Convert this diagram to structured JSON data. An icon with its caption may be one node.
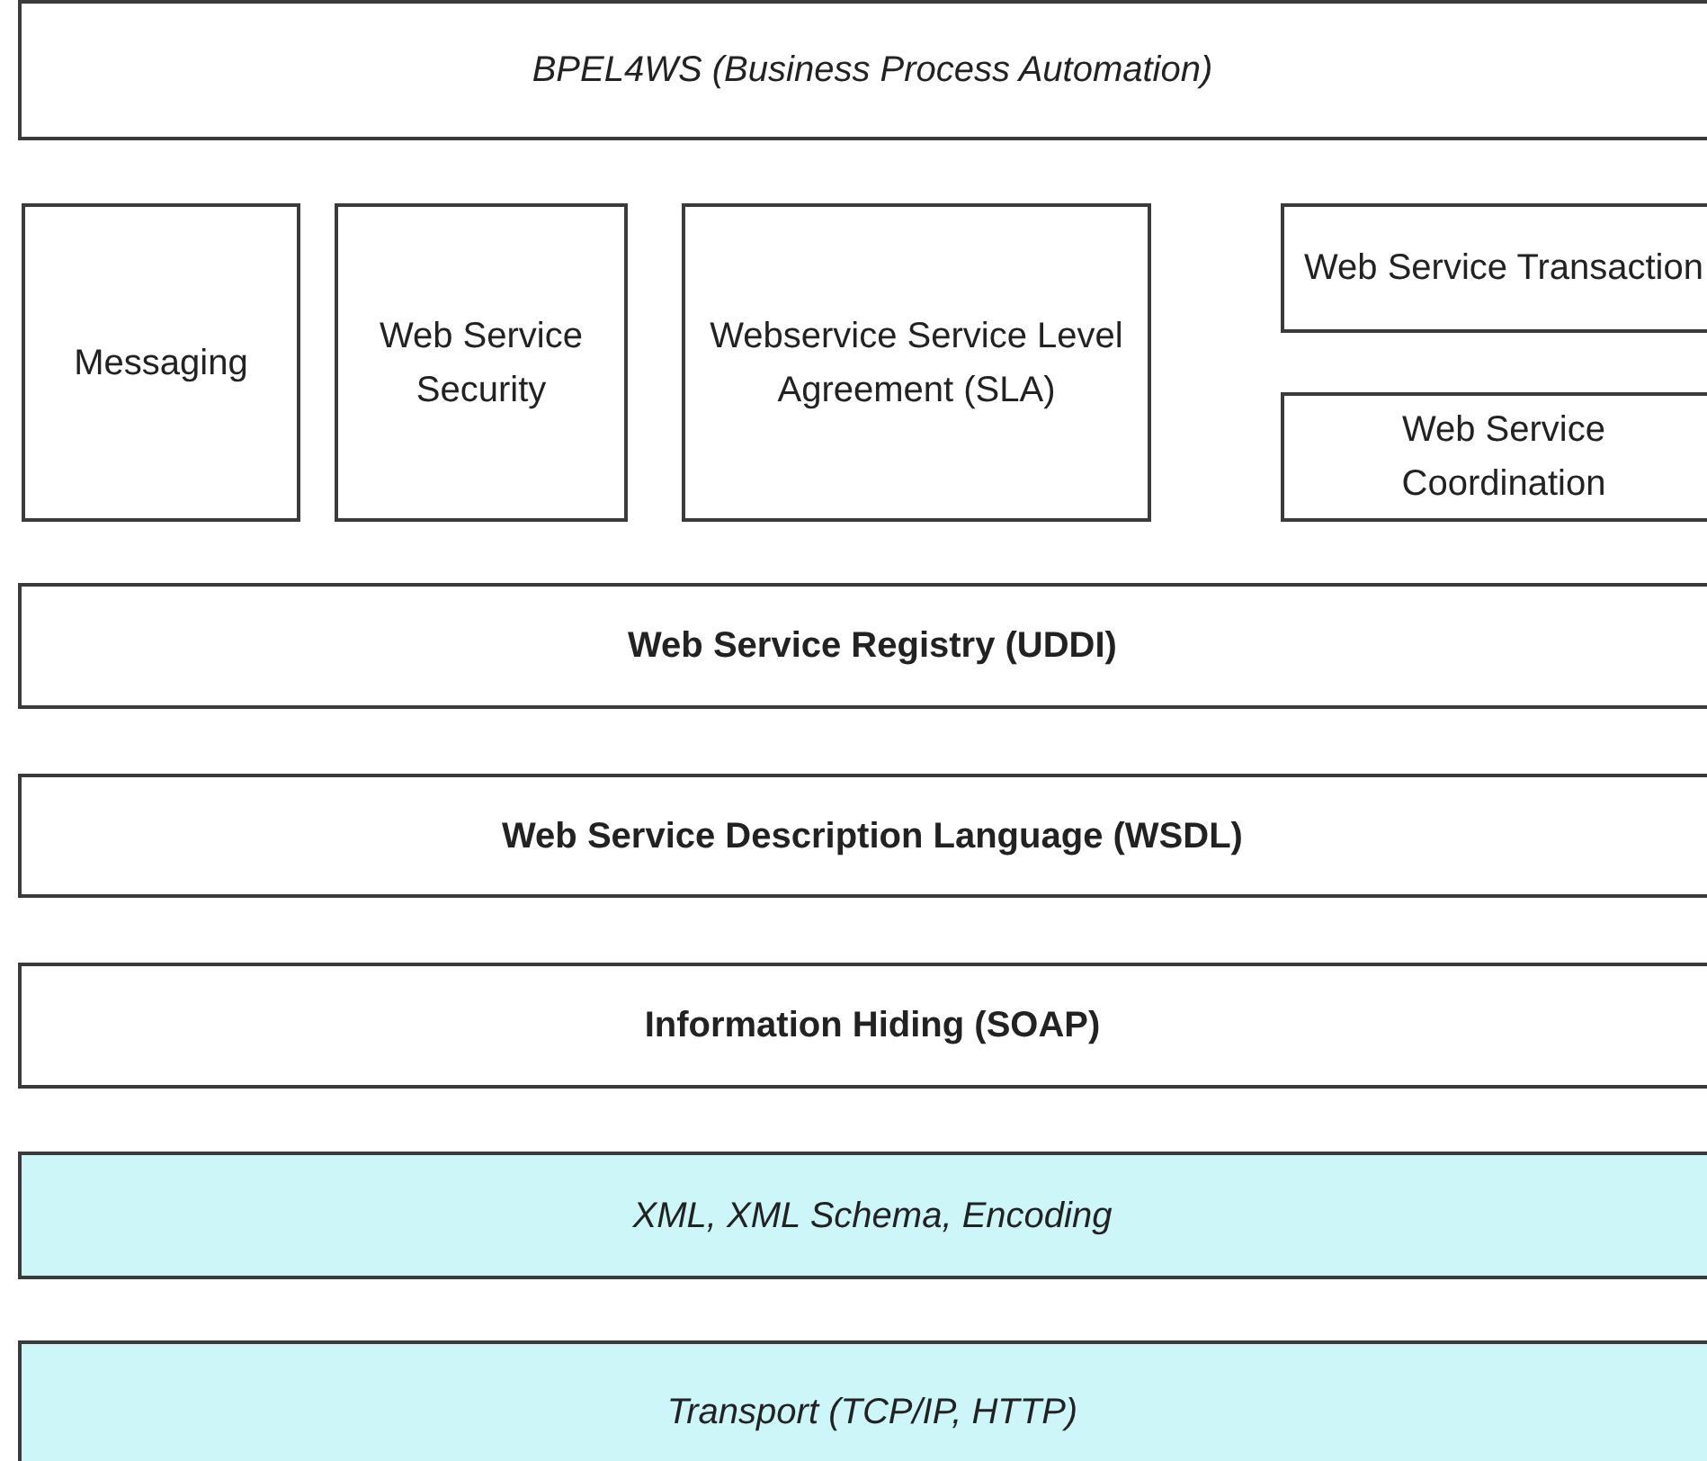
{
  "diagram": {
    "nodes": [
      {
        "text": [
          "BPEL4WS (Business Process Automation)"
        ]
      },
      {
        "text": [
          "Messaging"
        ]
      },
      {
        "text": [
          "Web Service Security"
        ]
      },
      {
        "text": [
          "Webservice Service Level Agreement (SLA)"
        ]
      },
      {
        "text": [
          "Web Service Transaction"
        ]
      },
      {
        "text": [
          "Web Service Coordination"
        ]
      },
      {
        "text": [
          "Web Service Registry (UDDI)"
        ]
      },
      {
        "text": [
          "Web Service Description Language (WSDL)"
        ]
      },
      {
        "text": [
          "Information Hiding (SOAP)"
        ]
      },
      {
        "text": [
          "XML, XML Schema, Encoding"
        ]
      },
      {
        "text": [
          "Transport (TCP/IP, HTTP)"
        ]
      }
    ]
  }
}
